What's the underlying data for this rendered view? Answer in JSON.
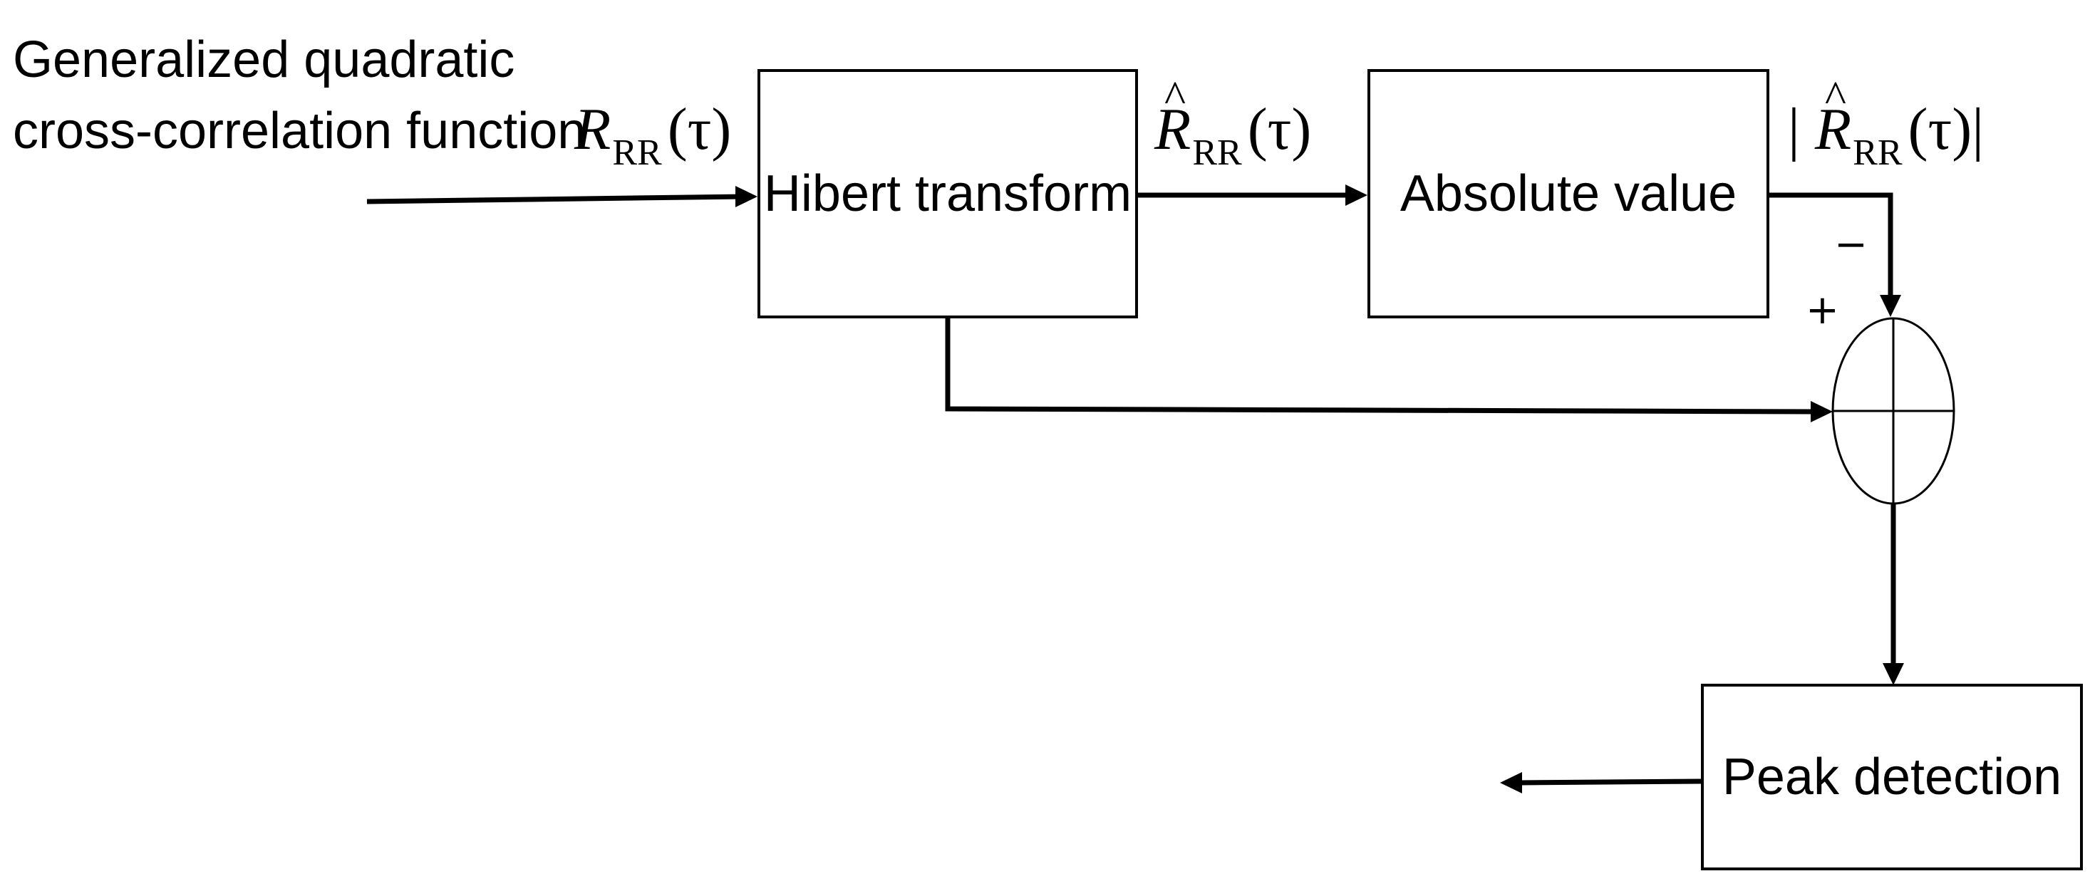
{
  "input": {
    "title_line1": "Generalized quadratic",
    "title_line2": "cross-correlation function"
  },
  "signals": {
    "input": {
      "symbol": "R",
      "subscript": "RR",
      "argument": "(τ)"
    },
    "hilbert": {
      "symbol": "R",
      "hat": "^",
      "subscript": "RR",
      "argument": "(τ)"
    },
    "abs": {
      "bar": "|",
      "symbol": "R",
      "hat": "^",
      "subscript": "RR",
      "argument": "(τ)"
    }
  },
  "blocks": {
    "hilbert_label": "Hibert transform",
    "abs_label": "Absolute value",
    "peak_label": "Peak detection"
  },
  "summing_junction": {
    "minus_sign": "−",
    "plus_sign": "+"
  }
}
